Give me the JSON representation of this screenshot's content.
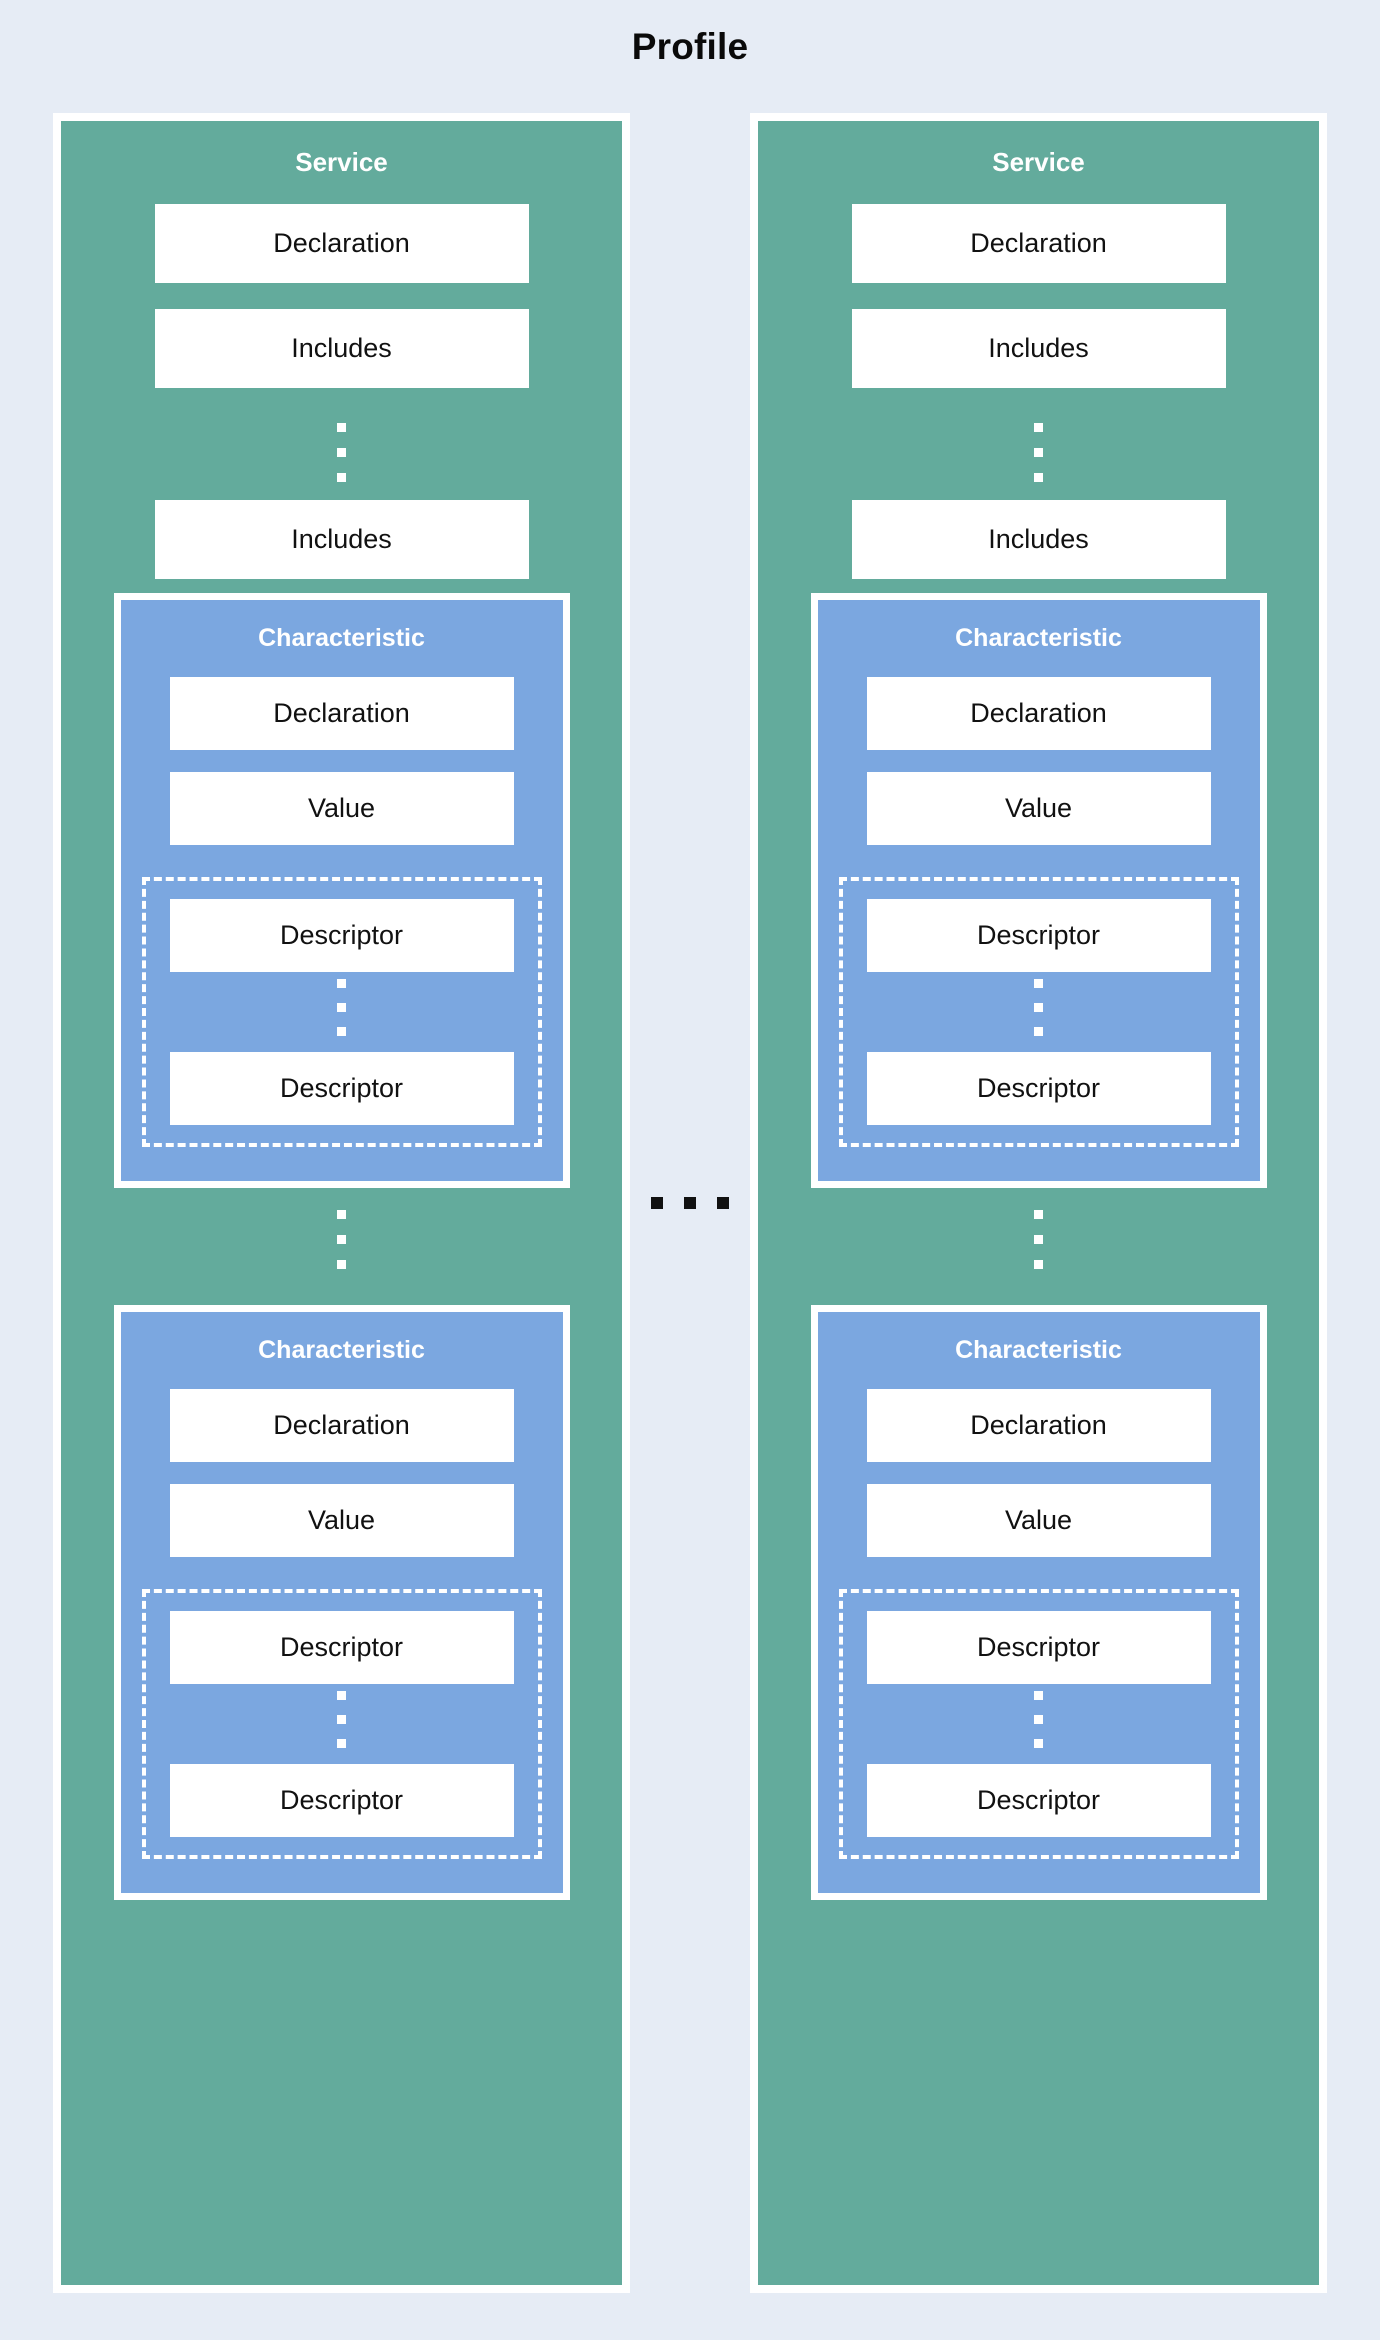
{
  "diagram": {
    "title": "Profile",
    "background_color": "#e6ecf5",
    "service_color": "#63ab9c",
    "characteristic_color": "#7ba7e0",
    "leaf_color": "#ffffff",
    "title_color": "#0a0a0a",
    "ellipsis_between_services": "...",
    "services": [
      {
        "title": "Service",
        "declaration_label": "Declaration",
        "first_include_label": "Includes",
        "include_ellipsis": "⋮",
        "last_include_label": "Includes",
        "characteristic_ellipsis": "⋮",
        "characteristics": [
          {
            "title": "Characteristic",
            "declaration_label": "Declaration",
            "value_label": "Value",
            "first_descriptor_label": "Descriptor",
            "descriptor_ellipsis": "⋮",
            "last_descriptor_label": "Descriptor"
          },
          {
            "title": "Characteristic",
            "declaration_label": "Declaration",
            "value_label": "Value",
            "first_descriptor_label": "Descriptor",
            "descriptor_ellipsis": "⋮",
            "last_descriptor_label": "Descriptor"
          }
        ]
      },
      {
        "title": "Service",
        "declaration_label": "Declaration",
        "first_include_label": "Includes",
        "include_ellipsis": "⋮",
        "last_include_label": "Includes",
        "characteristic_ellipsis": "⋮",
        "characteristics": [
          {
            "title": "Characteristic",
            "declaration_label": "Declaration",
            "value_label": "Value",
            "first_descriptor_label": "Descriptor",
            "descriptor_ellipsis": "⋮",
            "last_descriptor_label": "Descriptor"
          },
          {
            "title": "Characteristic",
            "declaration_label": "Declaration",
            "value_label": "Value",
            "first_descriptor_label": "Descriptor",
            "descriptor_ellipsis": "⋮",
            "last_descriptor_label": "Descriptor"
          }
        ]
      }
    ]
  }
}
